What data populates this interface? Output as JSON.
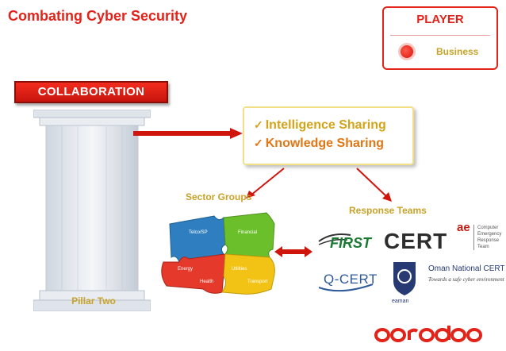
{
  "slide": {
    "title": "Combating Cyber Security"
  },
  "player": {
    "label": "PLAYER",
    "category": "Business",
    "accent_color": "#e2231a"
  },
  "collaboration": {
    "banner_label": "COLLABORATION"
  },
  "pillar": {
    "caption": "Pillar Two",
    "icon": "greek-pillar-icon"
  },
  "sharing": {
    "items": [
      {
        "check": "✓",
        "label": "Intelligence Sharing"
      },
      {
        "check": "✓",
        "label": "Knowledge Sharing"
      }
    ]
  },
  "sector_groups": {
    "label": "Sector Groups",
    "pieces": [
      "Telco/SP",
      "Financial",
      "Energy",
      "Utilities",
      "Health",
      "Transport"
    ],
    "colors": [
      "#2f7fc0",
      "#6abf2a",
      "#e53a2b",
      "#f2c315"
    ]
  },
  "response_teams": {
    "label": "Response Teams",
    "logos": {
      "first": "FIRST",
      "cert_main": "CERT",
      "cert_superscript": "ae",
      "cert_side": [
        "Computer",
        "Emergency",
        "Response",
        "Team"
      ],
      "qcert": "Q-CERT",
      "oman_name": "Oman National CERT",
      "oman_tagline": "Towards a safe cyber environment",
      "oman_footer": "eaman"
    }
  },
  "brand": {
    "name": "ooredoo",
    "color": "#e2231a"
  }
}
